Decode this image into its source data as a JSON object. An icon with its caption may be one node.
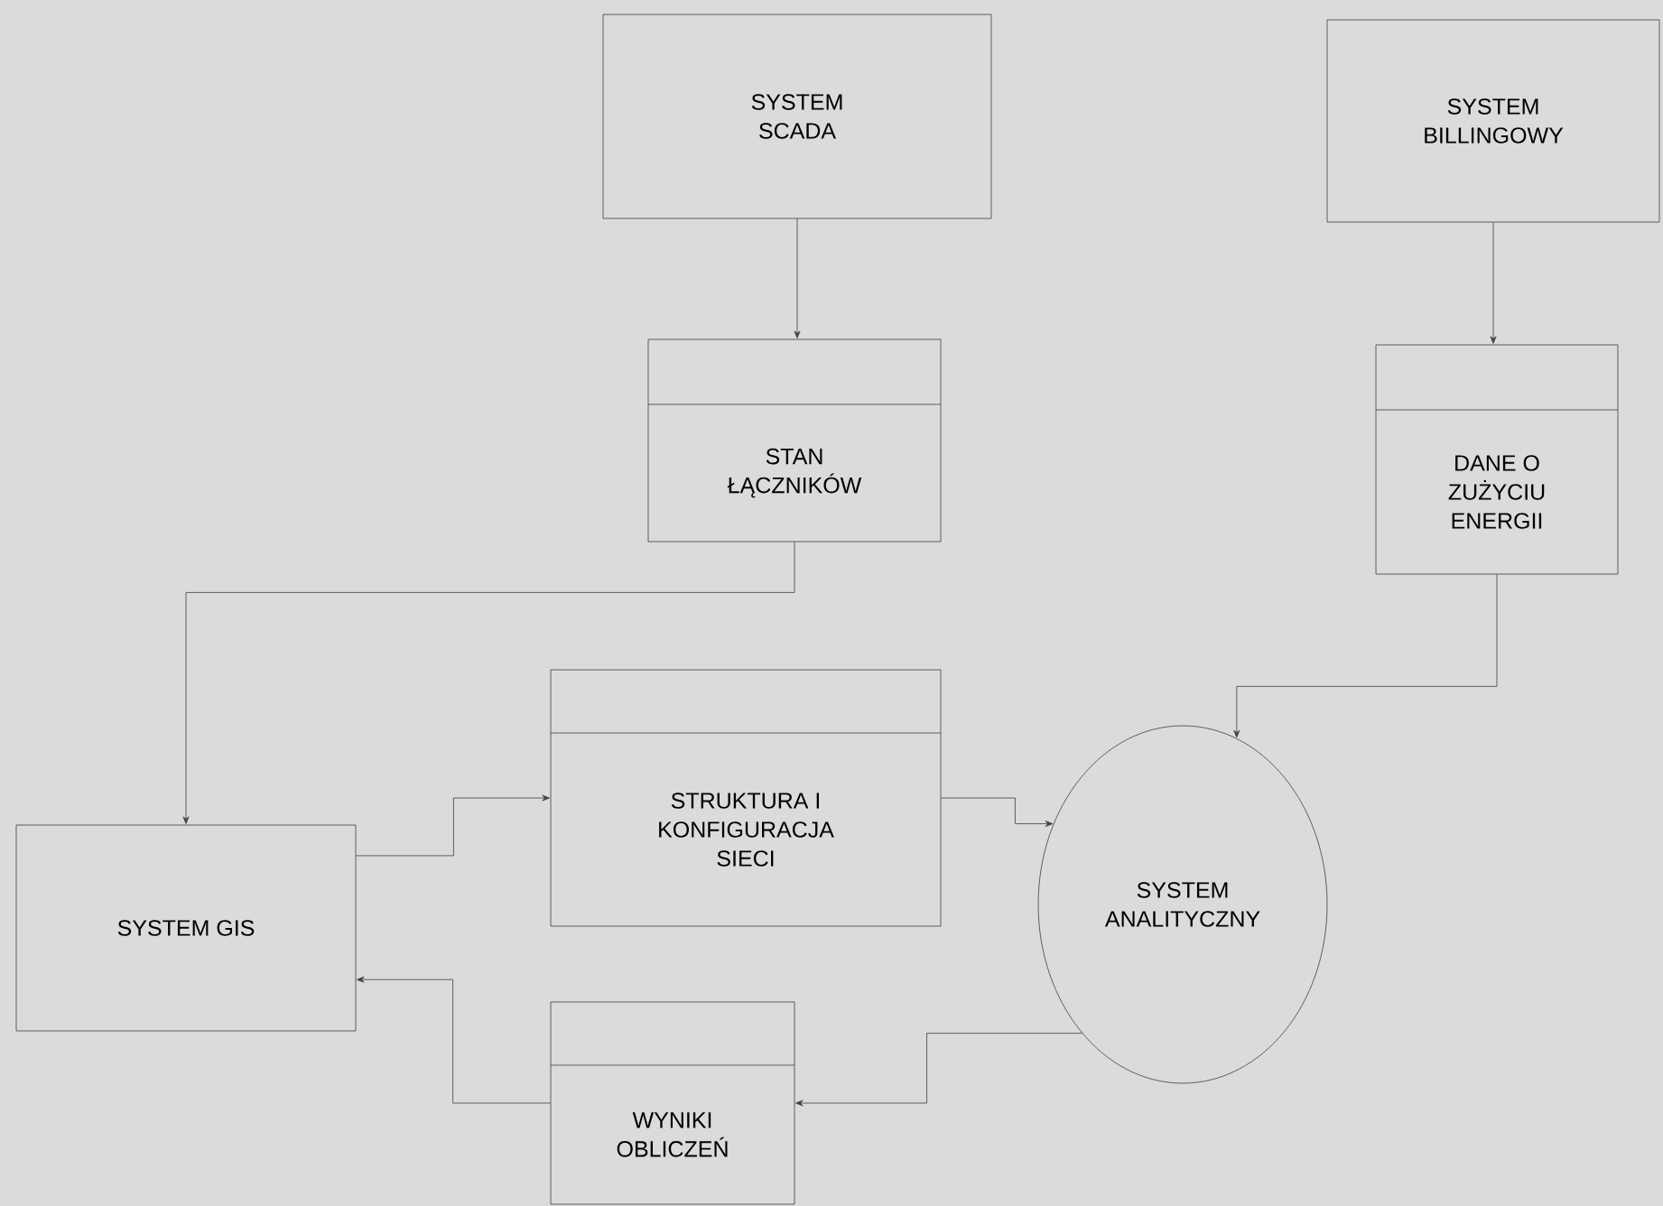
{
  "diagram": {
    "nodes": [
      {
        "text": [
          "SYSTEM SCADA"
        ]
      },
      {
        "text": [
          "SYSTEM BILLINGOWY"
        ]
      },
      {
        "text": [
          "STAN ŁĄCZNIKÓW"
        ]
      },
      {
        "text": [
          "DANE O ZUŻYCIU ENERGII"
        ]
      },
      {
        "text": [
          "SYSTEM GIS"
        ]
      },
      {
        "text": [
          "STRUKTURA I KONFIGURACJA SIECI"
        ]
      },
      {
        "text": [
          "SYSTEM ANALITYCZNY"
        ]
      },
      {
        "text": [
          "WYNIKI OBLICZEŃ"
        ]
      }
    ],
    "edges": [
      {
        "from": 0,
        "to": 2,
        "arrow": "to"
      },
      {
        "from": 1,
        "to": 3,
        "arrow": "to"
      },
      {
        "from": 2,
        "to": 4,
        "arrow": "to"
      },
      {
        "from": 3,
        "to": 6,
        "arrow": "to"
      },
      {
        "from": 4,
        "to": 5,
        "arrow": "to"
      },
      {
        "from": 5,
        "to": 6,
        "arrow": "to"
      },
      {
        "from": 6,
        "to": 7,
        "arrow": "to"
      },
      {
        "from": 7,
        "to": 4,
        "arrow": "to"
      }
    ]
  }
}
